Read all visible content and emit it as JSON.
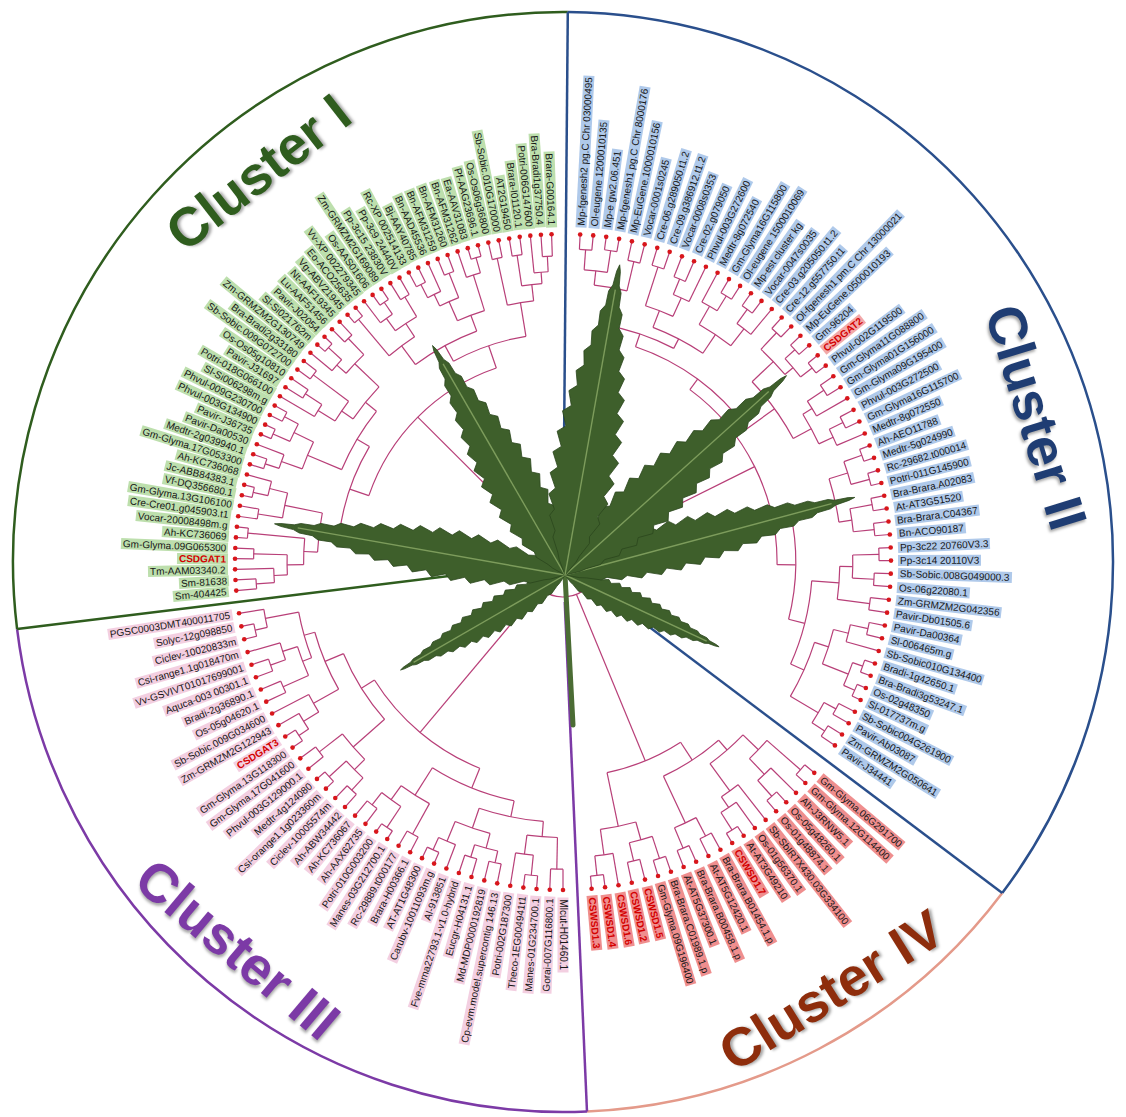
{
  "diagram": {
    "labels": [
      "Cluster I",
      "Cluster II",
      "Cluster III",
      "Cluster IV",
      "Sm-404425",
      "Sm-81638",
      "Tm-AAM03340.2",
      "CSDGAT1",
      "Gm-Glyma.09G065300",
      "Ah-KC736069",
      "Vocar-20008498m.g",
      "Cre-Cre01.g045903.t1",
      "Gm-Glyma.13G106100",
      "Vf-DQ356680.1",
      "Jc-ABB84383.1",
      "Ah-KC736068",
      "Gm-Glyma.17G053300",
      "Medtr-2g039940.1",
      "Pavir-Da00530",
      "Pavir-J36735",
      "Phvul-003G134900",
      "Phvul-009G230700",
      "Sl-Si006298m.g",
      "Potri-018G066100",
      "Pavir-J31697",
      "Os-Os05g10810",
      "Sb-Sobic.009G072700",
      "Bra-Bradi2g33180",
      "Zm-GRMZM2G130749",
      "Sl-Si021762m",
      "Pavir-J02054",
      "Lu-AAF51456",
      "Nt-AAF19345",
      "Vg-ABV21945",
      "Eo-ACO25635",
      "Vv-XP 002279345",
      "Os-AAS01606",
      "Zm-GRMZM2G169089",
      "Pp-3c15 23830V",
      "Pp-3c9 24440V",
      "Rc-XP 002514133",
      "Bj-AAY40785",
      "Bn-AAD45536",
      "Bn-AFM31259",
      "Bn-AFM31260",
      "Bn-AFM31262",
      "Ea-AAV31083",
      "Pf-AAG23696.1",
      "Os-Os06g36800",
      "Sb-Sobic.010G170000",
      "AT2G19450",
      "Brara-I01120.1",
      "Potri-006G147600",
      "Bra-Bradi1g37750.4",
      "Brara-G00164.1",
      "Mp-fgenesh2 pg.C Chr 03000495",
      "Ol-eugene 1200010135",
      "Mp-e gw2.06.451",
      "Mp-fgenesh1 pg.C Chr 8000176",
      "Mp-EuGene.1000010156",
      "Vocar-0001s0245",
      "Cre-06.g289050.t1.2",
      "Cre-09.g386912.t1.2",
      "Vocar-0008s0353",
      "Cre-02.g079050",
      "Phvul-003G272600",
      "Medtr-8g072540",
      "Gm-Glyma16G115800",
      "Ol-eugene 1500010069",
      "Mp-est cluster kg",
      "Vocar-0047s0035",
      "Cre-03.g205050.t1.2",
      "Cre-12.g557750.t1",
      "Ol-fgenesh1 pm.C Chr 13000021",
      "Mp-EuGene.0500010193",
      "Gm-96204",
      "CSDGAT2",
      "Phvul-002G119500",
      "Gm-Glyma11G088800",
      "Gm-Glyma01G156000",
      "Gm-Glyma09G195400",
      "Phvul-003G272500",
      "Gm-Glyma16G115700",
      "Medtr-8g072550",
      "Ah-AEO11788",
      "Medtr-5g024990",
      "Rc-29682.t000014",
      "Potri-011G145900",
      "Bra-Brara.A02083",
      "At-AT3G51520",
      "Bra-Brara.C04367",
      "Bn-ACO90187",
      "Pp-3c22 20760V3.3",
      "Pp-3c14 20110V3",
      "Sb-Sobic.008G049000.3",
      "Os-06g22080.1",
      "Zm-GRMZM2G042356",
      "Pavir-Db01505.6",
      "Pavir-Da00364",
      "Sl-006465m.g",
      "Sb-Sobic010G134400",
      "Bradi-1g42650.1",
      "Bra-Bradi3g53247.1",
      "Os-02g48350",
      "Sl-017737m.g",
      "Sb-Sobic004G261900",
      "Pavir-Ab03087",
      "Zm-GRMZM2G050641",
      "Pavir-J34441",
      "Gm-Glyma.06G291700",
      "Gm-Glyma.12G114400",
      "Ah-J3RNW5.1",
      "Os-05g48260.1",
      "Os-01g48874.1",
      "Sb-SbIRTX430.03G334100",
      "Os-01g56370.1",
      "At-AT3G49210",
      "CSWSD1.7",
      "Bra-Brara.B01454.1.p",
      "At-AT5G12420.1",
      "Bra-Brara.B00458.1.p",
      "At-AT5G37300.1",
      "Bra-Brara.C01989.1.p",
      "Gm-Glyma.09G196400",
      "CSWSD1.5",
      "CSWSD1.2",
      "CSWSD1.6",
      "CSWSD1.4",
      "CSWSD1.3",
      "Mlcut-H01460.1",
      "Gorai-007G116800.1",
      "Manes-01G234700.1",
      "Theco-1EG004941t1",
      "Potri-002G187300",
      "Cp-evm.model.supercontig 146.13",
      "Md-MDP0000192819",
      "Eucgr-H04131.1",
      "Fve-mrna22793.1-v1.0-hybrid",
      "Al-913851",
      "Carubv-10011093m.g",
      "AT-AT1G48300",
      "Brara-H00366.1",
      "Rc-29889.t000177",
      "Manes-03G212700.1",
      "Potri-010G003200",
      "Ah-AAX62735",
      "Ah-KC736067",
      "Ah-ABW34442",
      "Ciclev-10005574m",
      "Csi-orange1.1g023360m",
      "Medtr-4g124080",
      "Phvul-003G129000.1",
      "Gm-Glyma.17G041600",
      "Gm-Glyma.13G118300",
      "CSDGAT3",
      "Zm-GRMZM2G122943",
      "Sb-Sobic.009G034600",
      "Os-05g04620.1",
      "Bradi-2g36890.1",
      "Aquca-003 00301.1",
      "Vv-GSVIVT01017699001",
      "Csi-range1.1g018470m",
      "Ciclev-10020833m",
      "Solyc-12g098850",
      "PGSC0003DMT400011705"
    ]
  }
}
